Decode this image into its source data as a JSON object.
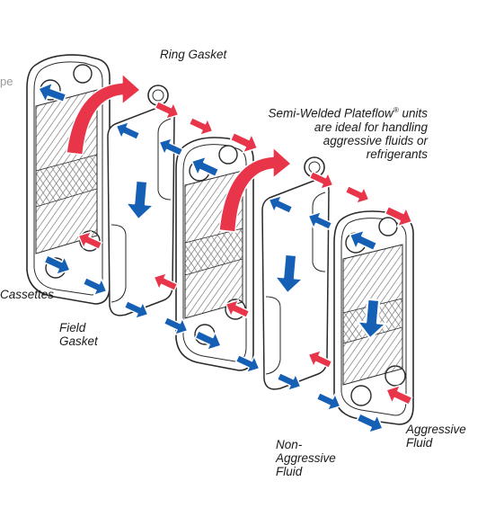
{
  "labels": {
    "ring_gasket": "Ring Gasket",
    "semi_welded_line1_a": "Semi-Welded Plateflow",
    "semi_welded_reg": "®",
    "semi_welded_line1_b": " units",
    "semi_welded_line2": "are ideal for handling",
    "semi_welded_line3": "aggressive fluids or",
    "semi_welded_line4": "refrigerants",
    "cassettes": "Cassettes",
    "field_gasket_line1": "Field",
    "field_gasket_line2": "Gasket",
    "non_aggressive_line1": "Non-",
    "non_aggressive_line2": "Aggressive",
    "non_aggressive_line3": "Fluid",
    "aggressive_line1": "Aggressive",
    "aggressive_line2": "Fluid",
    "edge_fragment": "pe"
  },
  "colors": {
    "aggressive_arrow": "#e8354a",
    "non_aggressive_arrow": "#1560b5",
    "outline": "#2a2a2a",
    "plate_face": "#ffffff",
    "corrugation": "#8a8a8a"
  },
  "icons": {
    "aggressive_flow": "red-arrow-icon",
    "non_aggressive_flow": "blue-arrow-icon",
    "ring_gasket": "ring-gasket-icon"
  }
}
